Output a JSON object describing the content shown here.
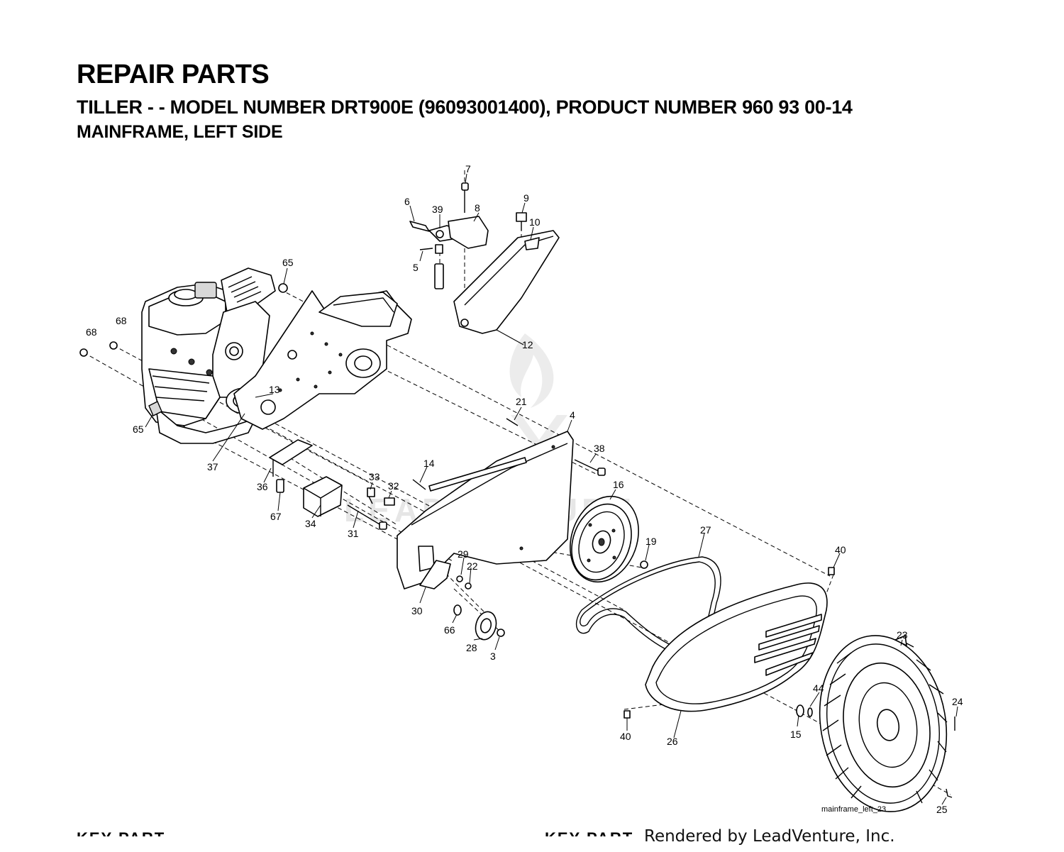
{
  "header": {
    "title": "REPAIR PARTS",
    "subtitle": "TILLER - - MODEL NUMBER DRT900E (96093001400), PRODUCT NUMBER 960 93 00-14",
    "section": "MAINFRAME, LEFT SIDE"
  },
  "diagram": {
    "watermark": "LEADVENTURE",
    "figure_id": "mainframe_left_23",
    "callouts": {
      "c7": "7",
      "c6": "6",
      "c39": "39",
      "c8": "8",
      "c9": "9",
      "c10": "10",
      "c5": "5",
      "c65a": "65",
      "c68a": "68",
      "c68b": "68",
      "c12": "12",
      "c13": "13",
      "c21": "21",
      "c4": "4",
      "c65b": "65",
      "c37": "37",
      "c38": "38",
      "c36": "36",
      "c14": "14",
      "c33": "33",
      "c32": "32",
      "c67": "67",
      "c16": "16",
      "c34": "34",
      "c31": "31",
      "c27": "27",
      "c19": "19",
      "c40a": "40",
      "c29": "29",
      "c22": "22",
      "c30": "30",
      "c66": "66",
      "c28": "28",
      "c3": "3",
      "c23": "23",
      "c44": "44",
      "c24": "24",
      "c15": "15",
      "c40b": "40",
      "c26": "26",
      "c25": "25"
    }
  },
  "footer": {
    "key_left": "KEY    PART",
    "key_right": "KEY    PART",
    "rendered_by": "Rendered by LeadVenture, Inc."
  }
}
